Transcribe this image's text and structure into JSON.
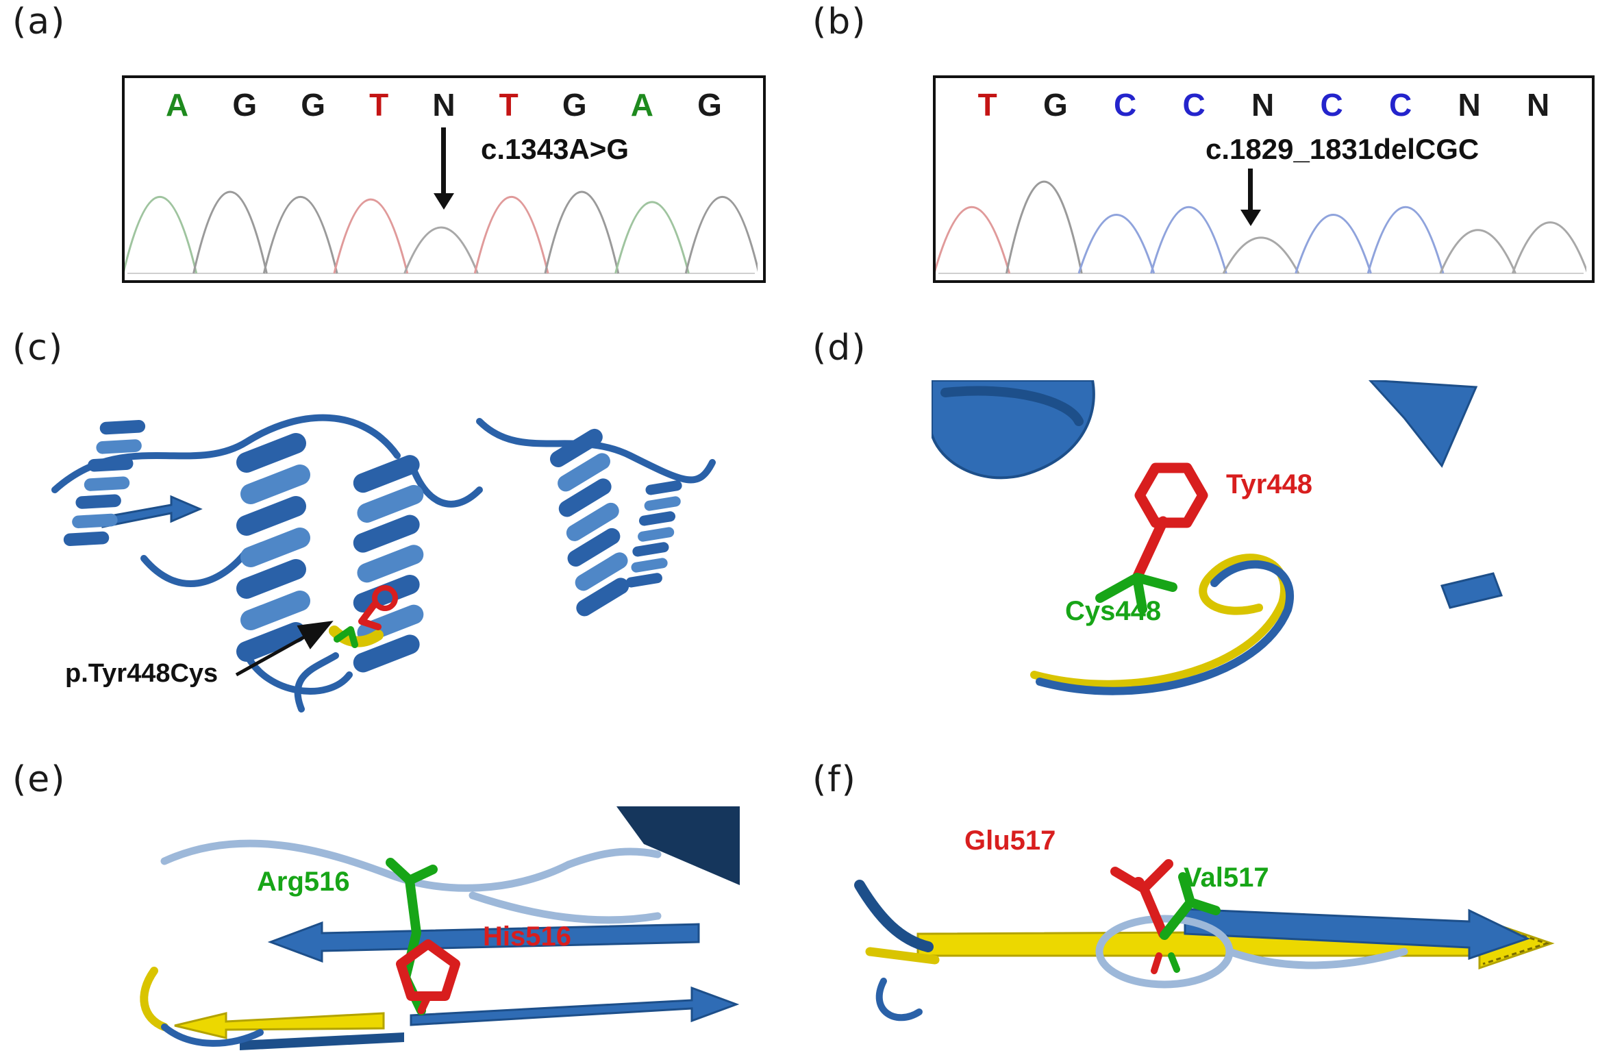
{
  "figure": {
    "panels": {
      "a": {
        "label": "(a)",
        "mutation": "c.1343A>G",
        "bases": [
          "A",
          "G",
          "G",
          "T",
          "N",
          "T",
          "G",
          "A",
          "G"
        ],
        "peaks": [
          0.6,
          0.64,
          0.6,
          0.58,
          0.36,
          0.6,
          0.64,
          0.56,
          0.6
        ]
      },
      "b": {
        "label": "(b)",
        "mutation": "c.1829_1831delCGC",
        "bases": [
          "T",
          "G",
          "C",
          "C",
          "N",
          "C",
          "C",
          "N",
          "N"
        ],
        "peaks": [
          0.52,
          0.72,
          0.46,
          0.52,
          0.28,
          0.46,
          0.52,
          0.34,
          0.4
        ]
      },
      "c": {
        "label": "(c)",
        "annotation": "p.Tyr448Cys"
      },
      "d": {
        "label": "(d)",
        "wild_residue": "Tyr448",
        "mutant_residue": "Cys448"
      },
      "e": {
        "label": "(e)",
        "mutant_residue": "Arg516",
        "wild_residue": "His516"
      },
      "f": {
        "label": "(f)",
        "wild_residue": "Glu517",
        "mutant_residue": "Val517"
      }
    },
    "base_colors": {
      "A": "#1e8a1e",
      "C": "#2424cc",
      "G": "#1a1a1a",
      "T": "#c41414",
      "N": "#1a1a1a"
    },
    "trace_colors": {
      "A": "#9fc49f",
      "C": "#8fa3dc",
      "G": "#9a9a9a",
      "T": "#e09a9a",
      "N": "#a8a8a8"
    },
    "colors": {
      "red": "#d81e1e",
      "green": "#17a517",
      "ribbon_blue": "#2f6cb5",
      "ribbon_dark": "#1d4f8a",
      "strand_yellow": "#ecd800"
    }
  }
}
